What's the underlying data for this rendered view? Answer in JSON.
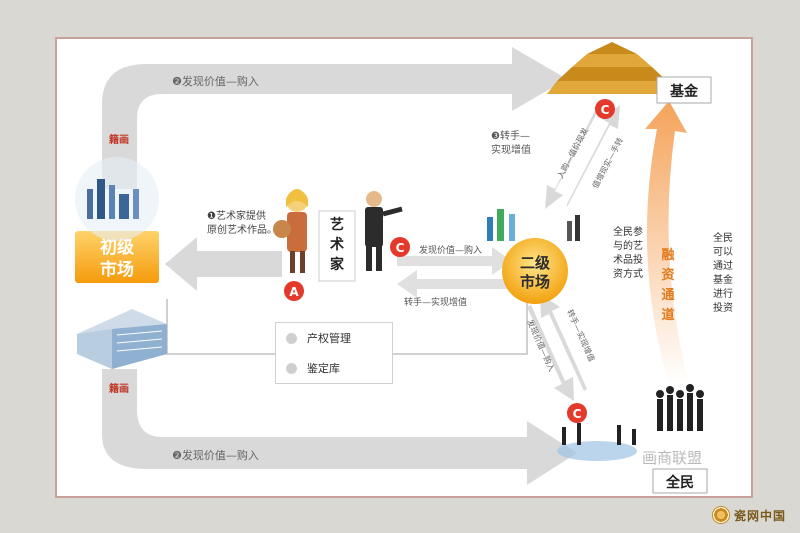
{
  "nodes": {
    "primary_market": "初级\n市场",
    "secondary_market": "二级\n市场",
    "artist": "艺\n术\n家",
    "fund": "基金",
    "public": "全民"
  },
  "flows": {
    "top_arrow": "❷发现价值—购入",
    "bottom_arrow": "❷发现价值—购入",
    "artist_provide": "❶艺术家提供\n原创艺术作品。",
    "mid_buy": "发现价值—购入",
    "mid_resell": "转手—实现增值",
    "resell_3": "❸转手—\n实现增值",
    "fund_diag_a": "入购—值价现发",
    "fund_diag_b": "值增现实—手转",
    "public_diag_a": "发现价值—购入",
    "public_diag_b": "转手—实现增值",
    "auction_top": "籍画",
    "auction_bottom": "籍画",
    "public_invest": "全民参\n与的艺\n术品投\n资方式",
    "finance_channel": "融\n资\n通\n道",
    "public_via_fund": "全民\n可以\n通过\n基金\n进行\n投资"
  },
  "registry": {
    "item1": "产权管理",
    "item2": "鉴定库"
  },
  "markers": {
    "a": "A",
    "c_artist": "C",
    "c_fund": "C",
    "c_public": "C"
  },
  "brand": {
    "inner_watermark": "画商联盟",
    "corner_watermark": "瓷网中国"
  },
  "colors": {
    "arrow_gray": "#d9d9d9",
    "orange": "#f39c12",
    "marker_red": "#e33a2c",
    "frame": "#c9a19a"
  }
}
